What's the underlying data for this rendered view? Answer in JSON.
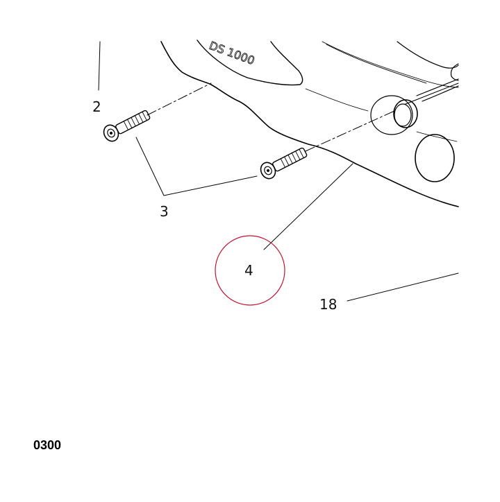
{
  "diagram": {
    "housing_label": "DS 1000",
    "callouts": {
      "c2": "2",
      "c3": "3",
      "c4": "4",
      "c18": "18"
    },
    "page_code": "0300",
    "highlight_color": "#c8102e"
  }
}
